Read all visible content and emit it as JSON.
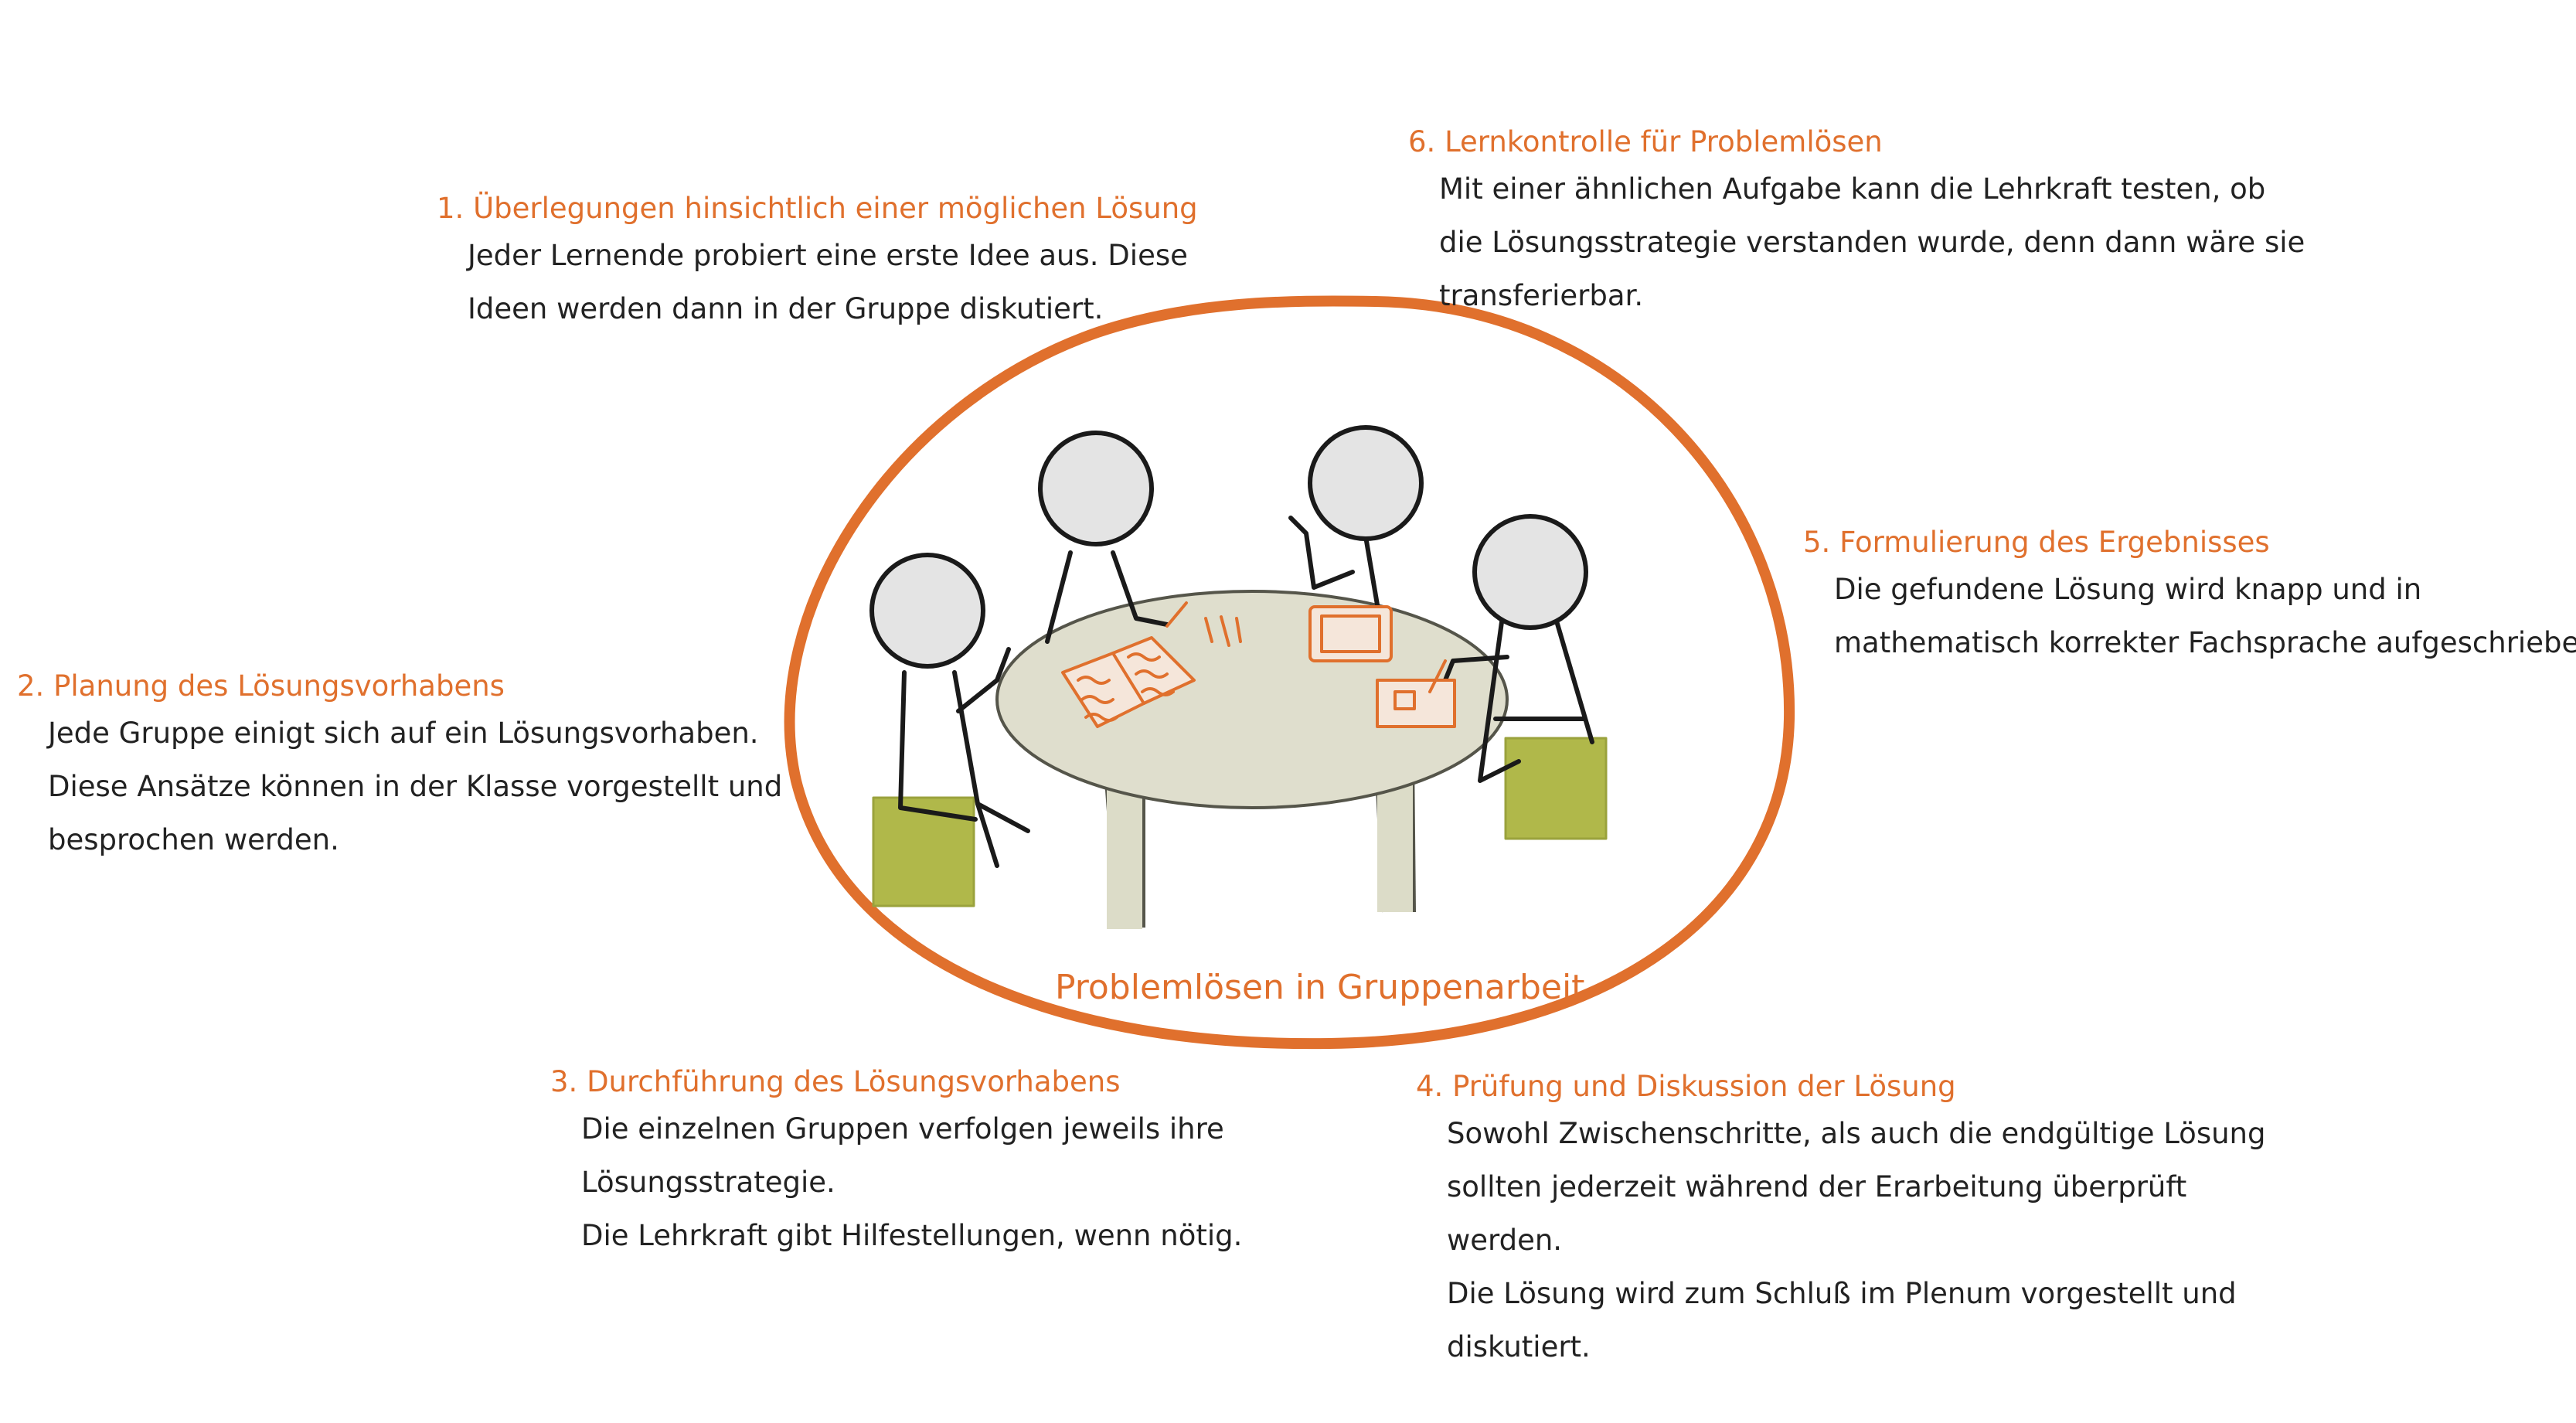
{
  "accent_color": "#e0702d",
  "text_color": "#222222",
  "center_title": "Problemlösen in Gruppenarbeit",
  "steps": [
    {
      "title": "1. Überlegungen hinsichtlich einer möglichen Lösung",
      "lines": [
        "Jeder Lernende probiert eine erste Idee aus. Diese",
        "Ideen werden dann in der Gruppe diskutiert."
      ]
    },
    {
      "title": "2. Planung des Lösungsvorhabens",
      "lines": [
        "Jede Gruppe einigt sich auf ein Lösungsvorhaben.",
        "Diese Ansätze können in der Klasse vorgestellt und",
        "besprochen werden."
      ]
    },
    {
      "title": "3. Durchführung des Lösungsvorhabens",
      "lines": [
        "Die einzelnen Gruppen verfolgen jeweils ihre",
        "Lösungsstrategie.",
        "Die Lehrkraft gibt Hilfestellungen, wenn nötig."
      ]
    },
    {
      "title": "4. Prüfung und Diskussion der Lösung",
      "lines": [
        "Sowohl Zwischenschritte, als auch die endgültige Lösung",
        "sollten jederzeit während der Erarbeitung überprüft",
        "werden.",
        "Die Lösung wird zum Schluß im Plenum vorgestellt und",
        "diskutiert."
      ]
    },
    {
      "title": "5. Formulierung des Ergebnisses",
      "lines": [
        "Die gefundene Lösung wird knapp und in",
        "mathematisch korrekter Fachsprache aufgeschrieben."
      ]
    },
    {
      "title": "6. Lernkontrolle für Problemlösen",
      "lines": [
        "Mit einer ähnlichen Aufgabe kann die Lehrkraft testen, ob",
        "die Lösungsstrategie verstanden wurde, denn dann wäre sie",
        "transferierbar."
      ]
    }
  ]
}
